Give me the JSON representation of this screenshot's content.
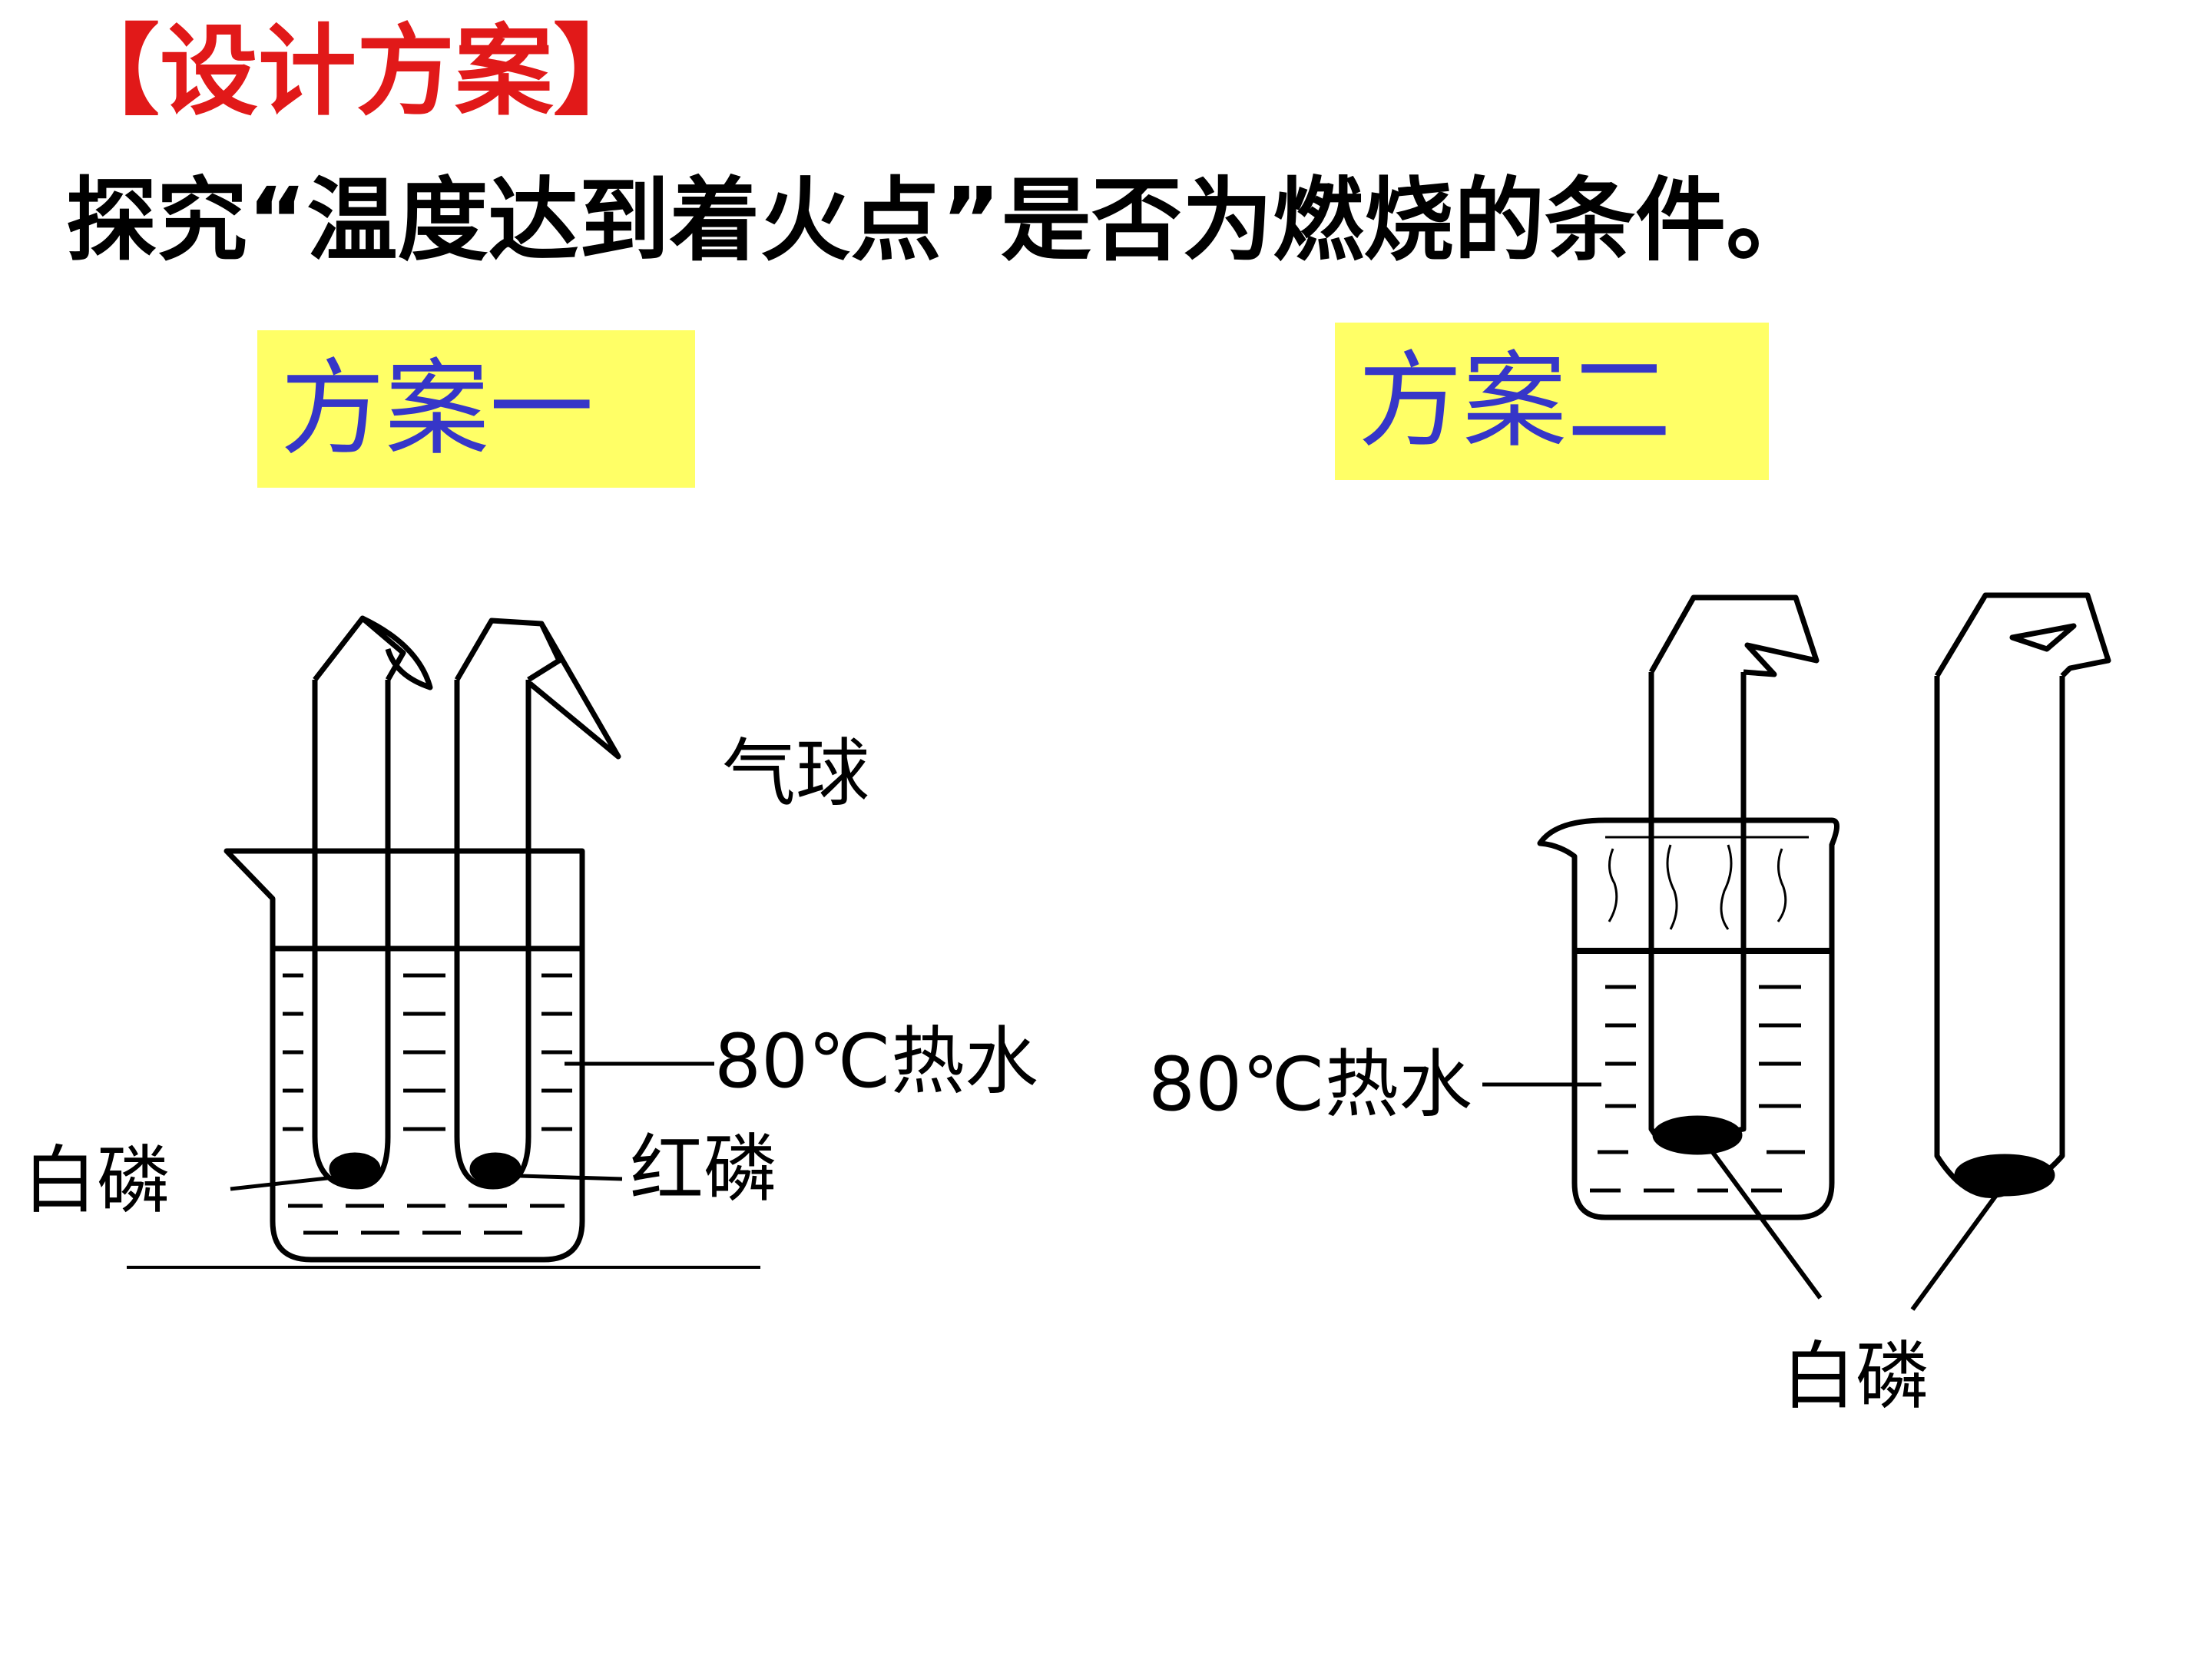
{
  "slide": {
    "heading": "【设计方案】",
    "subtitle": "探究“温度达到着火点”是否为燃烧的条件。"
  },
  "plans": [
    {
      "label": "方案一",
      "labels": {
        "balloon": "气球",
        "hot_water": "80℃热水",
        "white_phosphorus": "白磷",
        "red_phosphorus": "红磷"
      }
    },
    {
      "label": "方案二",
      "labels": {
        "hot_water": "80℃热水",
        "white_phosphorus": "白磷"
      }
    }
  ],
  "colors": {
    "heading": "#e11919",
    "plan_text": "#3636c8",
    "plan_box": "#ffff66"
  }
}
